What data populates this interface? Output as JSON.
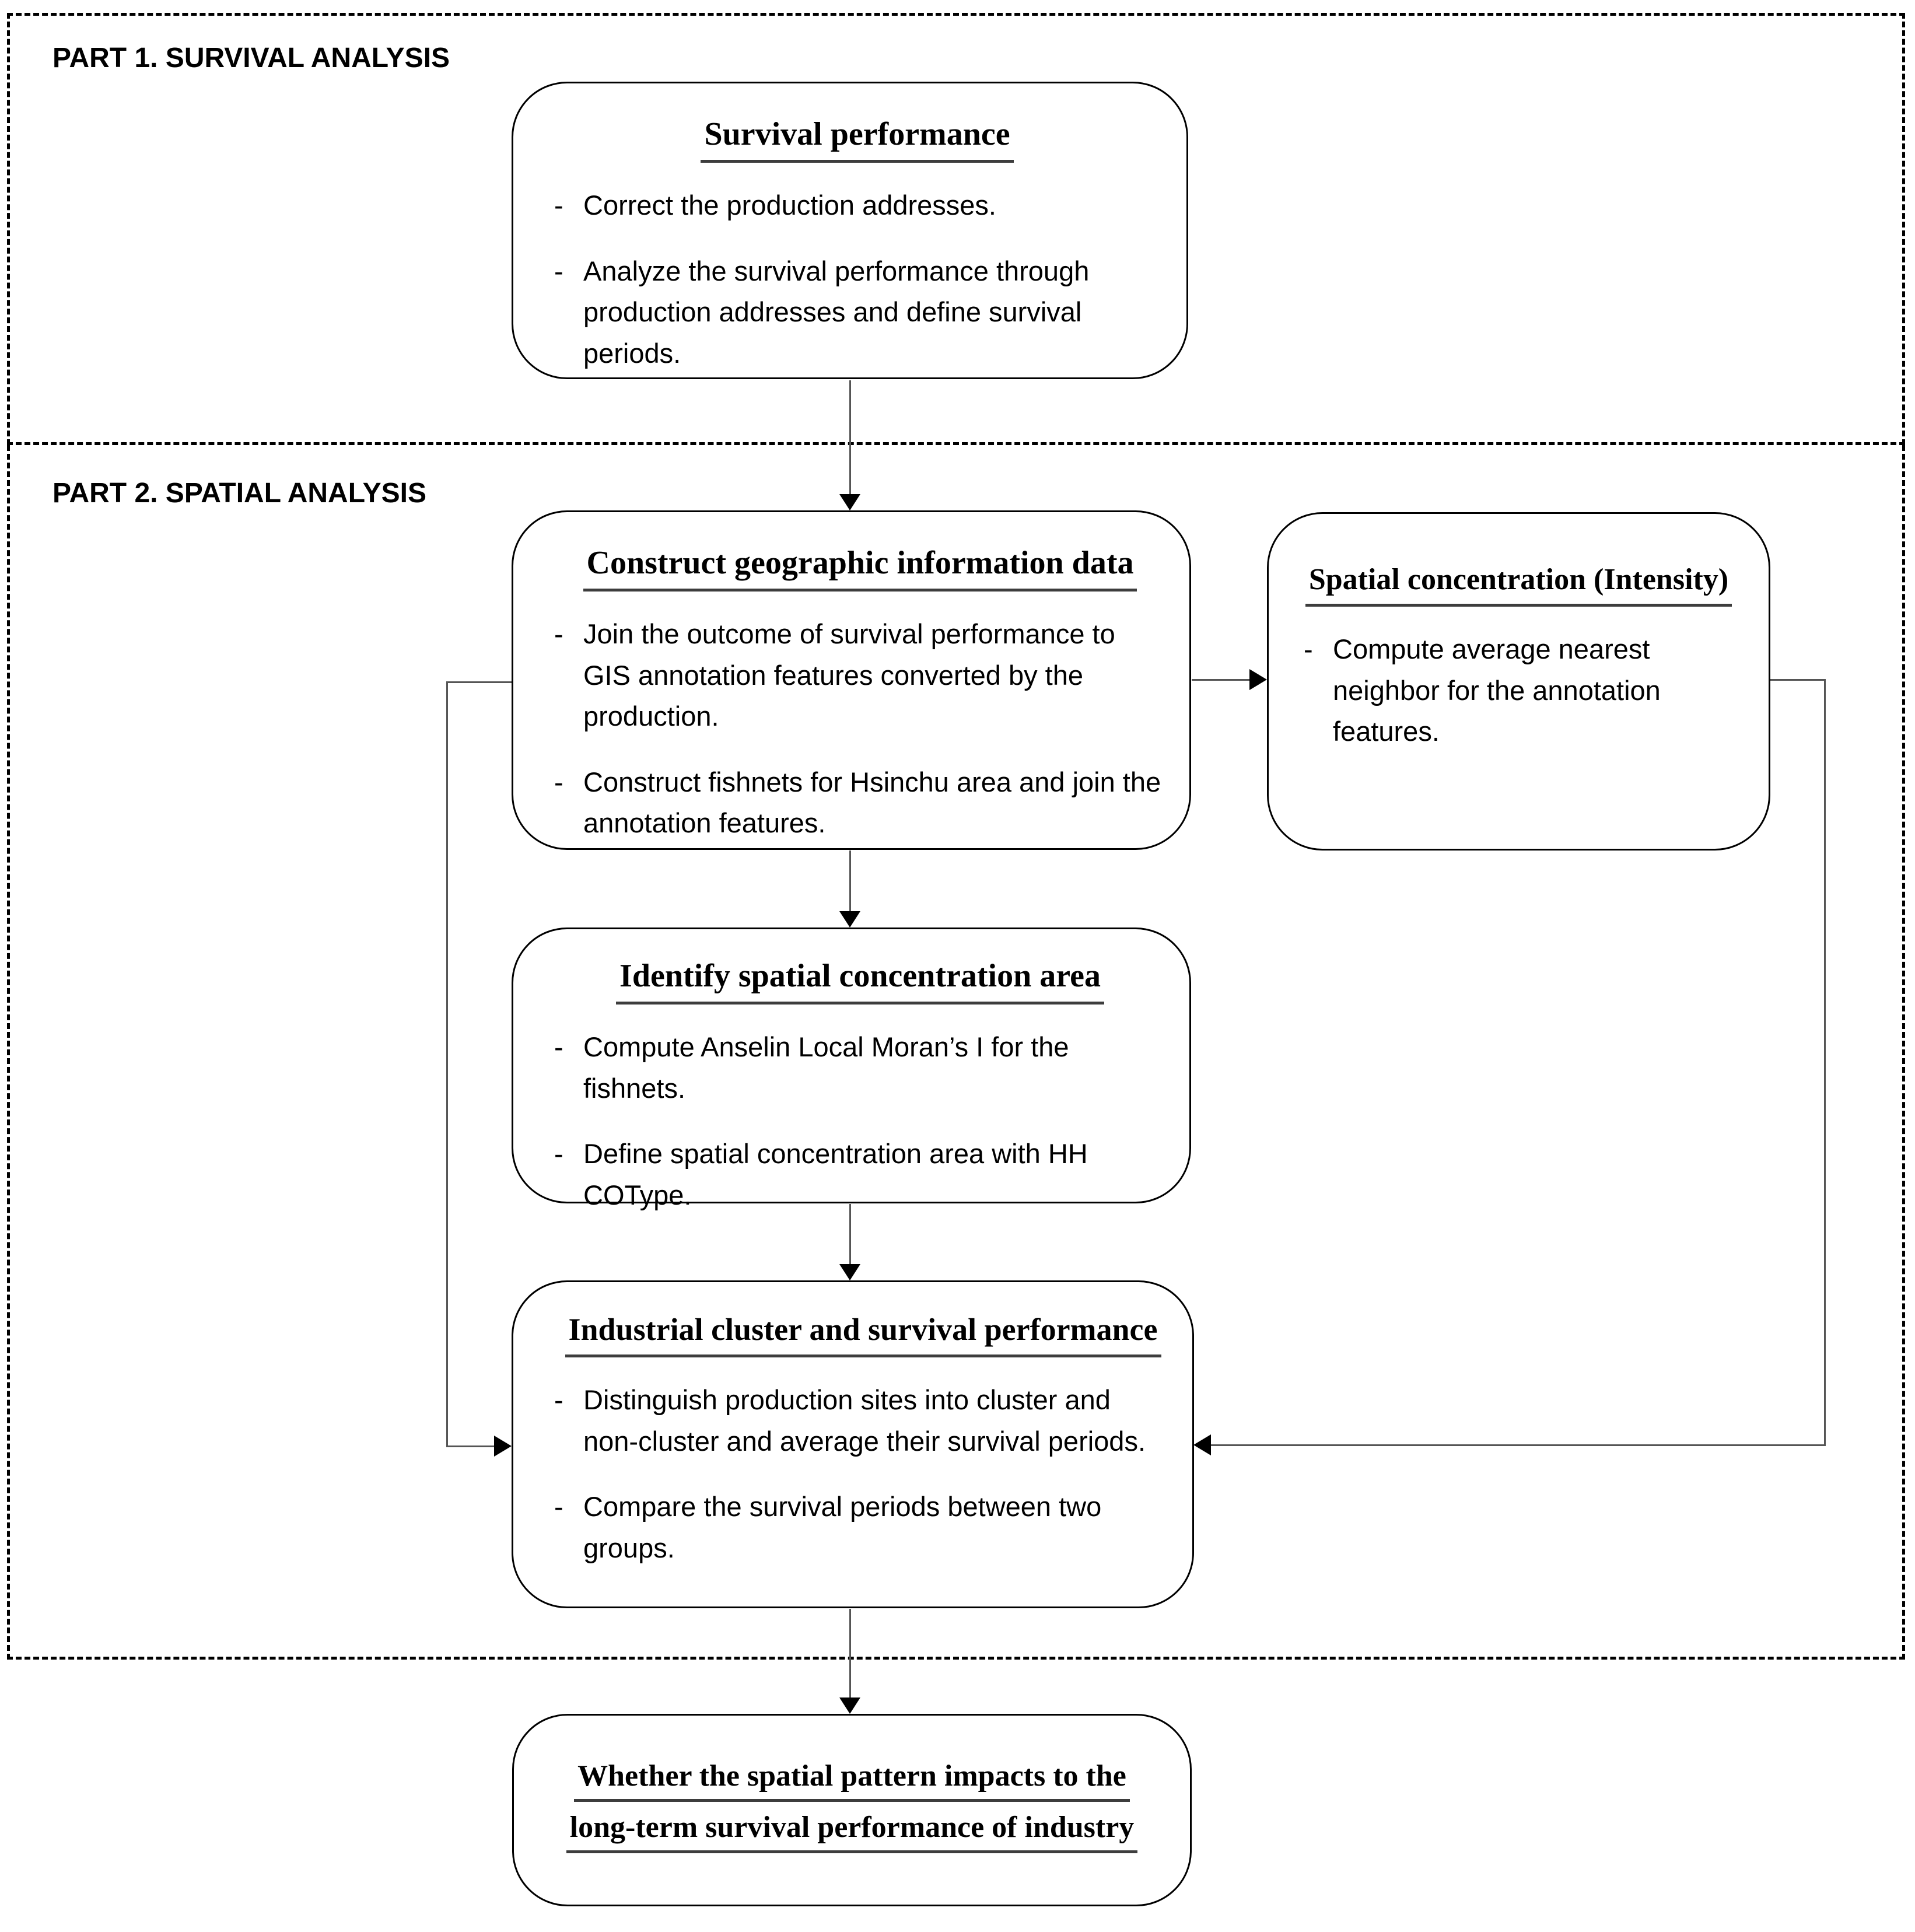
{
  "diagram": {
    "part1_label": "PART 1. SURVIVAL ANALYSIS",
    "part2_label": "PART 2. SPATIAL ANALYSIS",
    "list_marker": "-",
    "nodes": {
      "survival_performance": {
        "title": "Survival performance",
        "bullets": [
          "Correct the production addresses.",
          "Analyze the survival performance through production addresses and define survival periods."
        ]
      },
      "construct_geo_data": {
        "title": "Construct geographic information data",
        "bullets": [
          "Join the outcome of survival performance to GIS annotation features converted by the production.",
          "Construct fishnets for Hsinchu area and join the annotation features."
        ]
      },
      "spatial_concentration": {
        "title": "Spatial concentration (Intensity)",
        "bullets": [
          "Compute average nearest neighbor for the annotation features."
        ]
      },
      "identify_concentration_area": {
        "title": "Identify spatial concentration area",
        "bullets": [
          "Compute Anselin Local Moran’s I for the fishnets.",
          "Define spatial concentration area with HH COType."
        ]
      },
      "industrial_cluster": {
        "title": "Industrial cluster and survival performance",
        "bullets": [
          "Distinguish production sites into cluster and non-cluster and average their survival periods.",
          "Compare the survival periods between two groups."
        ]
      },
      "conclusion": {
        "title_line1": "Whether the spatial pattern impacts to the",
        "title_line2": "long-term survival performance of industry"
      }
    },
    "colors": {
      "ink": "#000000",
      "connector_line": "#555555",
      "title_underline": "#3d3d3d",
      "background": "#ffffff"
    }
  }
}
